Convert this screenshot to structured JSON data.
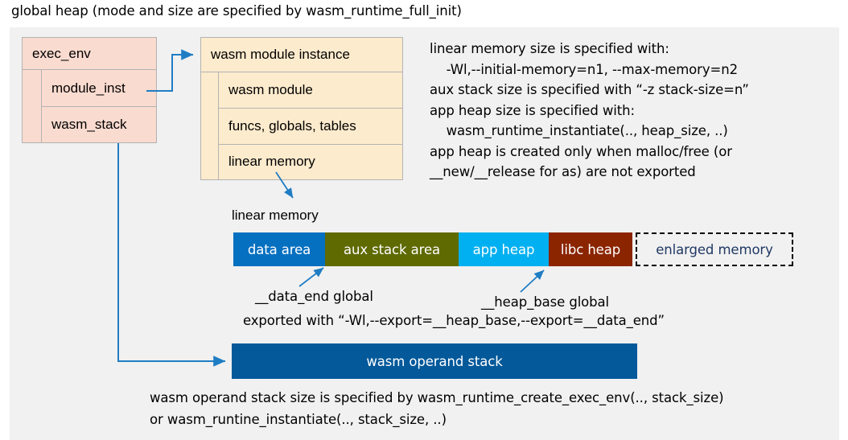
{
  "title": "global heap (mode and size are specified by wasm_runtime_full_init)",
  "exec_env": {
    "header": "exec_env",
    "rows": [
      "module_inst",
      "wasm_stack"
    ]
  },
  "module_instance": {
    "header": "wasm module instance",
    "rows": [
      "wasm module",
      "funcs, globals, tables",
      "linear memory"
    ]
  },
  "spec_note": "linear memory size is specified with:\n    -Wl,--initial-memory=n1, --max-memory=n2\naux stack size is specified with “-z stack-size=n”\napp heap size is specified with:\n    wasm_runtime_instantiate(.., heap_size, ..)\napp heap is created only when malloc/free (or\n__new/__release for as) are not exported",
  "linear_memory": {
    "label": "linear memory",
    "segments": [
      {
        "label": "data area",
        "color": "#0570c0",
        "text_color": "#ffffff",
        "width": 114
      },
      {
        "label": "aux stack area",
        "color": "#5f6a00",
        "text_color": "#ffffff",
        "width": 166
      },
      {
        "label": "app heap",
        "color": "#00b0f0",
        "text_color": "#ffffff",
        "width": 112
      },
      {
        "label": "libc heap",
        "color": "#8b2500",
        "text_color": "#ffffff",
        "width": 104
      },
      {
        "label": "enlarged memory",
        "color": "#f1f1f1",
        "text_color": "#1f3864",
        "width": 196
      }
    ],
    "annotations": {
      "data_end": "__data_end global",
      "heap_base": "__heap_base global",
      "exported": "exported with “-Wl,--export=__heap_base,--export=__data_end”"
    }
  },
  "operand_stack": {
    "label": "wasm operand stack",
    "color": "#03599a",
    "note": "wasm operand stack size is specified by wasm_runtime_create_exec_env(.., stack_size)\nor wasm_runtine_instantiate(.., stack_size, ..)"
  },
  "colors": {
    "panel_bg": "#f1f1f1",
    "exec_env_fill": "#fadbcf",
    "module_inst_fill": "#fdebcd",
    "box_border": "#b3b3b3",
    "arrow": "#1f7dc4"
  },
  "arrows": [
    {
      "name": "module-inst-to-module-instance",
      "from": "module_inst",
      "to": "wasm module instance"
    },
    {
      "name": "wasm-stack-to-operand-stack",
      "from": "wasm_stack",
      "to": "wasm operand stack"
    },
    {
      "name": "linear-memory-to-memory-bar",
      "from": "linear memory (row)",
      "to": "linear memory bar"
    },
    {
      "name": "data-end-to-boundary",
      "from": "__data_end global",
      "to": "data area / aux stack area boundary"
    },
    {
      "name": "heap-base-to-boundary",
      "from": "__heap_base global",
      "to": "app heap / libc heap boundary"
    }
  ]
}
